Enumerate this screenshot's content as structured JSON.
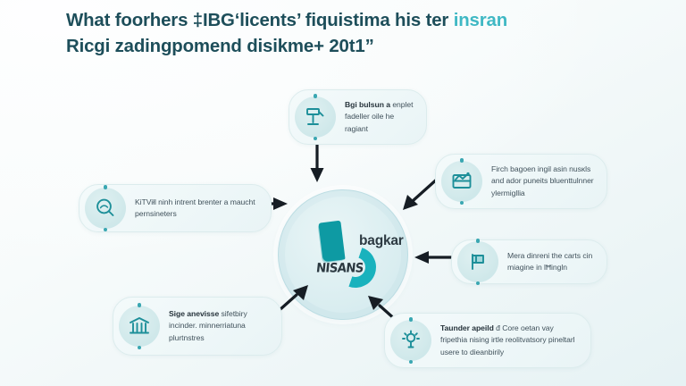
{
  "heading": {
    "line1_a": "What foorhers ‡IBG‘licents’ fiquistima his ter ",
    "line1_accent": "insran",
    "line2": "Ricgi zadingpomend disikme+ 20t1”"
  },
  "hub": {
    "word": "bagkar",
    "sub": "NISANS",
    "logo_icon": "abstract-five-logo-icon"
  },
  "cards": [
    {
      "id": "card-top",
      "icon": "hammer-gavel-icon",
      "strong": "Bgi bulsun a",
      "rest": "enplet fadeller oile he ragiant"
    },
    {
      "id": "card-right-1",
      "icon": "line-chart-icon",
      "strong": "",
      "rest": "Firch bagoen ingil asin nusĸls and ador puneits bluenttulnner ylermigllia"
    },
    {
      "id": "card-right-2",
      "icon": "flag-marker-icon",
      "strong": "",
      "rest": "Mera dinreni the carts cin miagine in lĦingln"
    },
    {
      "id": "card-right-3",
      "icon": "lightbulb-idea-icon",
      "strong": "Taunder apeild",
      "rest": " đ Core oetan vay fripethia nising irtle reolitvatsory pineltarl usere to dieanbirily"
    },
    {
      "id": "card-left-1",
      "icon": "magnifier-search-icon",
      "strong": "",
      "rest": "KiTViłl ninh intrent brenter a maucht pernsineters"
    },
    {
      "id": "card-left-2",
      "icon": "bank-building-icon",
      "strong": "Sige anevisse",
      "rest": "sifetbiry incinder. minnerriatuna plurtnstres"
    }
  ],
  "arrows": [
    {
      "id": "arrow-top",
      "name": "arrow-down"
    },
    {
      "id": "arrow-right-1",
      "name": "arrow-down-left"
    },
    {
      "id": "arrow-right-2",
      "name": "arrow-left"
    },
    {
      "id": "arrow-right-3",
      "name": "arrow-up-left"
    },
    {
      "id": "arrow-left-1",
      "name": "arrow-right"
    },
    {
      "id": "arrow-left-2",
      "name": "arrow-up-right"
    }
  ],
  "colors": {
    "heading": "#1d4e5a",
    "accent": "#3fb8c4",
    "logo_dark_teal": "#0e9aa3",
    "logo_teal": "#19b2bd",
    "icon_stroke": "#1d8f99",
    "card_bg": "#eef7f8",
    "card_border": "#dceced",
    "arrow": "#161d24",
    "background_top": "#fdfefe",
    "background_bottom": "#e6f2f4"
  }
}
